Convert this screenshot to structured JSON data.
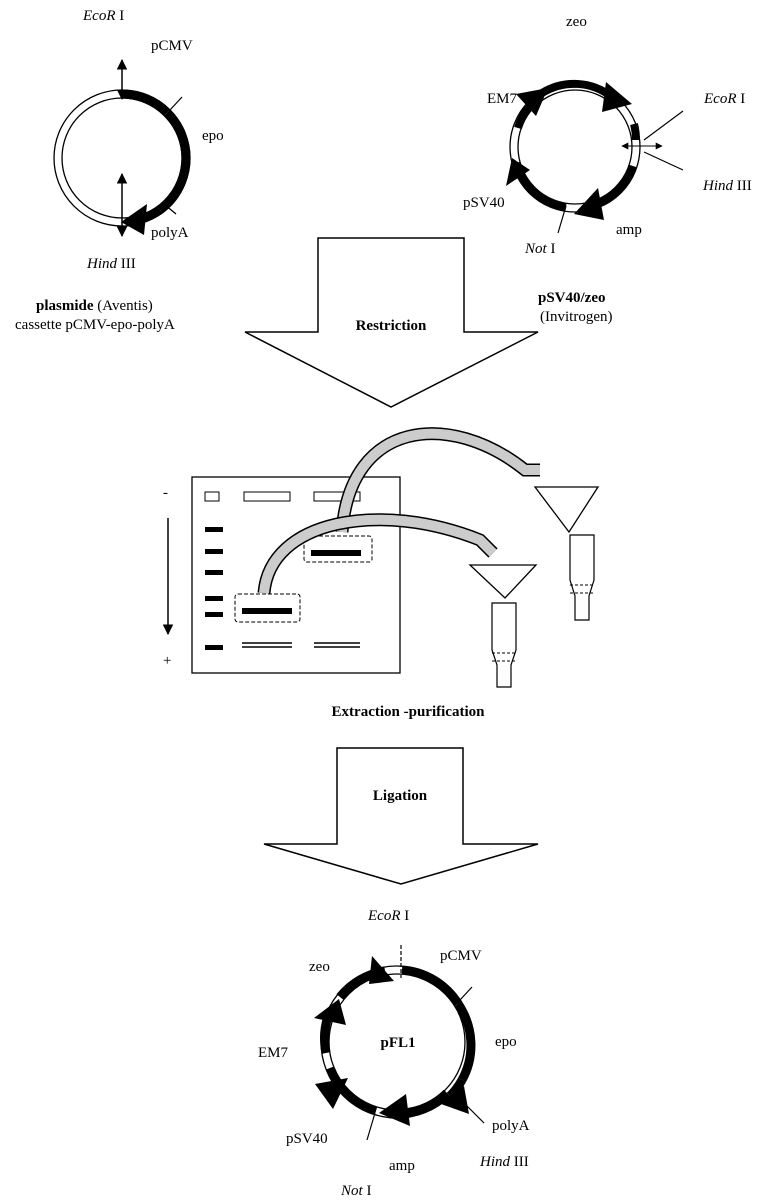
{
  "plasmid1": {
    "ecor": "EcoR",
    "ecor_num": " I",
    "pcmv": "pCMV",
    "epo": "epo",
    "polya": "polyA",
    "hind": "Hind",
    "hind_num": " III",
    "name": "plasmide",
    "source": " (Aventis)",
    "cassette": "cassette pCMV-epo-polyA"
  },
  "plasmid2": {
    "zeo": "zeo",
    "em7": "EM7",
    "ecor": "EcoR",
    "ecor_num": " I",
    "hind": "Hind",
    "hind_num": " III",
    "psv40": "pSV40",
    "amp": "amp",
    "not": "Not",
    "not_num": " I",
    "name": "pSV40/zeo",
    "source": "(Invitrogen)"
  },
  "steps": {
    "restriction": "Restriction",
    "extraction": "Extraction -purification",
    "ligation": "Ligation"
  },
  "gel": {
    "minus": "-",
    "plus": "+"
  },
  "product": {
    "ecor": "EcoR",
    "ecor_num": " I",
    "zeo": "zeo",
    "pcmv": "pCMV",
    "em7": "EM7",
    "name": "pFL1",
    "epo": "epo",
    "polya": "polyA",
    "psv40": "pSV40",
    "hind": "Hind",
    "hind_num": " III",
    "amp": "amp",
    "not": "Not",
    "not_num": " I"
  }
}
